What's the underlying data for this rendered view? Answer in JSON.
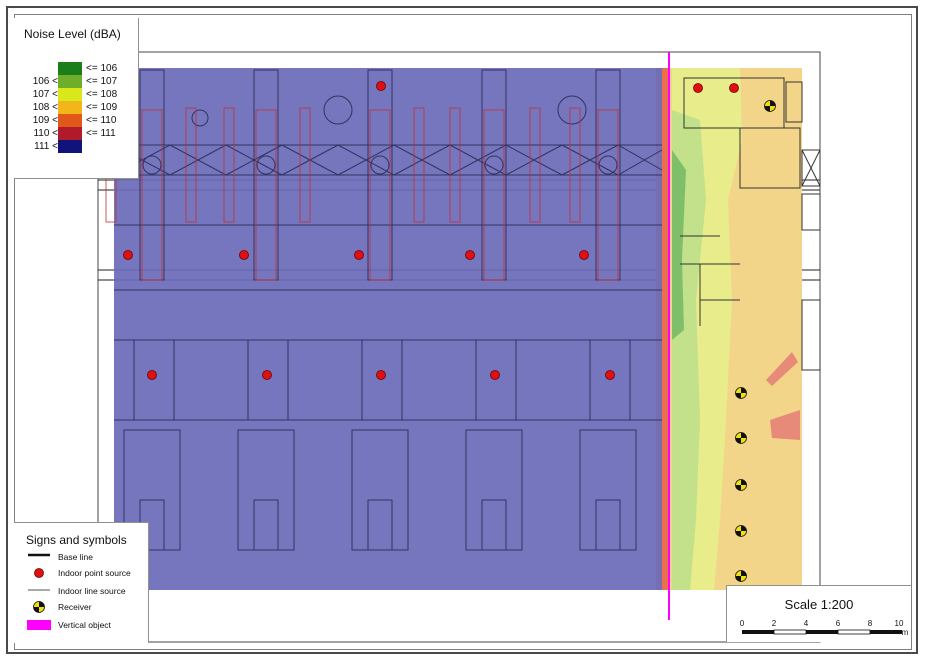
{
  "legend": {
    "title": "Noise Level (dBA)",
    "rows": [
      {
        "lo": "",
        "hi": "<= 106",
        "color": "#1a7f1a"
      },
      {
        "lo": "106 <",
        "hi": "<= 107",
        "color": "#6fae2a"
      },
      {
        "lo": "107 <",
        "hi": "<= 108",
        "color": "#d9e81a"
      },
      {
        "lo": "108 <",
        "hi": "<= 109",
        "color": "#f2b51a"
      },
      {
        "lo": "109 <",
        "hi": "<= 110",
        "color": "#e2571a"
      },
      {
        "lo": "110 <",
        "hi": "<= 111",
        "color": "#b01a2a"
      },
      {
        "lo": "111 <",
        "hi": "",
        "color": "#10147a"
      }
    ]
  },
  "signs": {
    "title": "Signs and symbols",
    "items": [
      {
        "label": "Base line",
        "icon": "base-line-icon"
      },
      {
        "label": "Indoor point source",
        "icon": "indoor-point-source-icon"
      },
      {
        "label": "Indoor line source",
        "icon": "indoor-line-source-icon"
      },
      {
        "label": "Receiver",
        "icon": "receiver-icon"
      },
      {
        "label": "Vertical object",
        "icon": "vertical-object-icon"
      }
    ]
  },
  "scale": {
    "title": "Scale 1:200",
    "ticks": [
      "0",
      "2",
      "4",
      "6",
      "8",
      "10"
    ],
    "unit": "m"
  },
  "colors": {
    "indoor_zone": "#6a6ab8",
    "point_source": "#e01010",
    "receiver": "#f0e010",
    "vertical_object": "#ff00ff"
  }
}
